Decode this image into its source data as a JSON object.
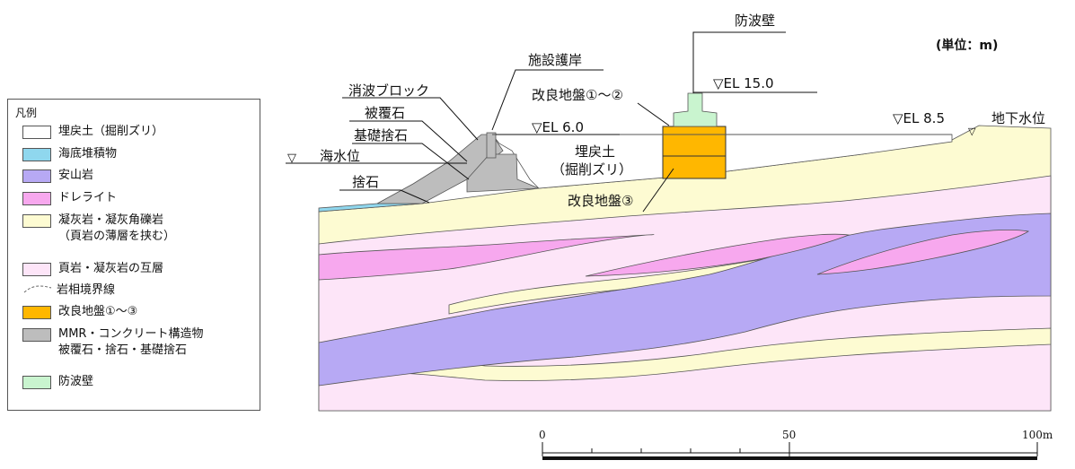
{
  "unit_label": "(単位：m)",
  "legend": {
    "title": "凡例",
    "items": [
      {
        "label": "埋戻土（掘削ズリ）",
        "color": "#ffffff"
      },
      {
        "label": "海底堆積物",
        "color": "#8fd7ee"
      },
      {
        "label": "安山岩",
        "color": "#b7a9f4"
      },
      {
        "label": "ドレライト",
        "color": "#f7a8ee"
      },
      {
        "label": "凝灰岩・凝灰角礫岩\n（頁岩の薄層を挟む）",
        "color": "#fdfbd2"
      },
      {
        "label": "頁岩・凝灰岩の互層",
        "color": "#fde5f8"
      },
      {
        "label": "岩相境界線",
        "line": "dashed"
      },
      {
        "label": "改良地盤①～③",
        "color": "#ffb700"
      },
      {
        "label": "MMR・コンクリート構造物\n被覆石・捨石・基礎捨石",
        "color": "#bdbdbd"
      },
      {
        "label": "防波壁",
        "color": "#c9f4cf"
      }
    ]
  },
  "annotations": {
    "seawall": "防波壁",
    "facility_revetment": "施設護岸",
    "wave_block": "消波ブロック",
    "armor_stone": "被覆石",
    "foundation_rubble": "基礎捨石",
    "sea_level": "海水位",
    "rubble": "捨石",
    "improved_ground_12": "改良地盤①～②",
    "el_15": "▽EL 15.0",
    "el_6": "▽EL 6.0",
    "el_85": "▽EL 8.5",
    "groundwater": "地下水位",
    "backfill_line1": "埋戻土",
    "backfill_line2": "（掘削ズリ）",
    "improved_ground_3": "改良地盤③"
  },
  "scale": {
    "ticks": [
      "0",
      "50",
      "100m"
    ]
  }
}
